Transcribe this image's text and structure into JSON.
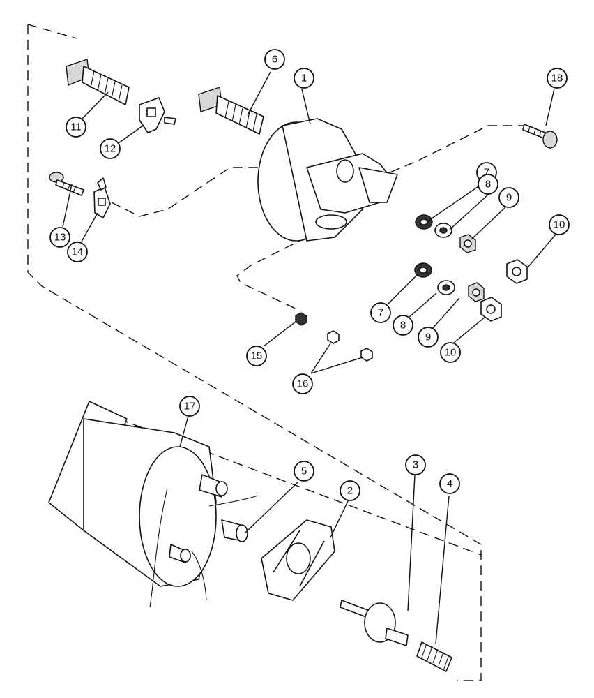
{
  "callouts": {
    "c1": "1",
    "c2": "2",
    "c3": "3",
    "c4": "4",
    "c5": "5",
    "c6": "6",
    "c7a": "7",
    "c7b": "7",
    "c8a": "8",
    "c8b": "8",
    "c9a": "9",
    "c9b": "9",
    "c10a": "10",
    "c10b": "10",
    "c11": "11",
    "c12": "12",
    "c13": "13",
    "c14": "14",
    "c15": "15",
    "c16": "16",
    "c17": "17",
    "c18": "18"
  },
  "colors": {
    "line": "#111111",
    "background": "#ffffff"
  }
}
